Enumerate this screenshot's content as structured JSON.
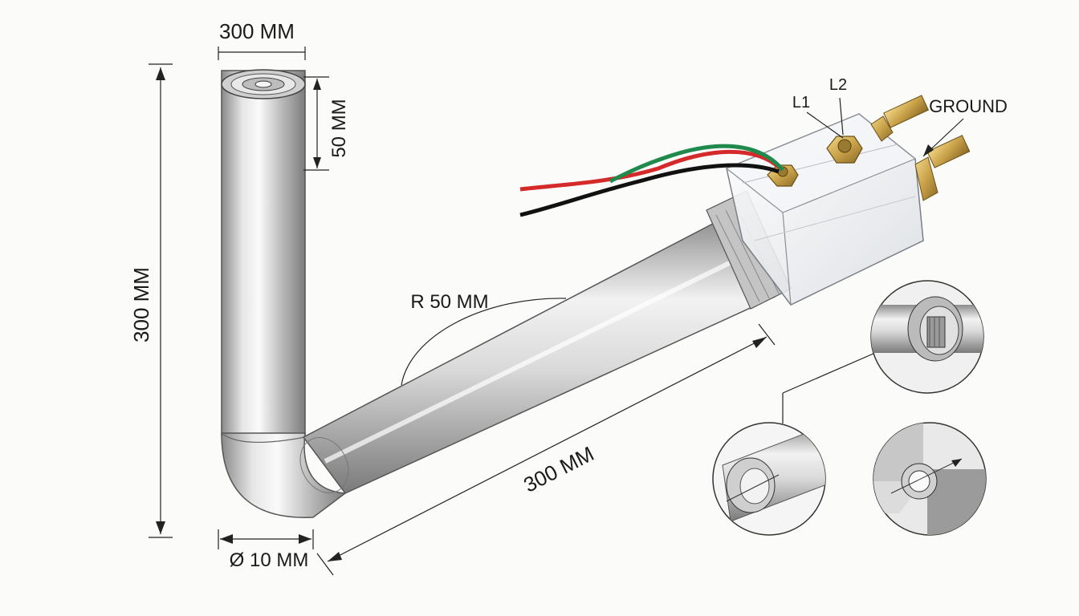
{
  "dimensions": {
    "top_width": "300 MM",
    "inset_depth": "50 MM",
    "vertical_length": "300 MM",
    "bend_radius": "R 50 MM",
    "horizontal_length": "300 MM",
    "diameter": "Ø 10 MM"
  },
  "terminals": {
    "l1": "L1",
    "l2": "L2",
    "ground": "GROUND"
  },
  "colors": {
    "tube_highlight": "#f4f4f4",
    "tube_shade": "#8e8e8e",
    "brass": "#c9a24a",
    "wire_red": "#d42a2a",
    "wire_green": "#1f8a4c",
    "wire_black": "#111111",
    "line": "#222222"
  },
  "detail_views": [
    "end-cross-section-detail",
    "tube-end-detail",
    "terminal-sectional-detail"
  ]
}
